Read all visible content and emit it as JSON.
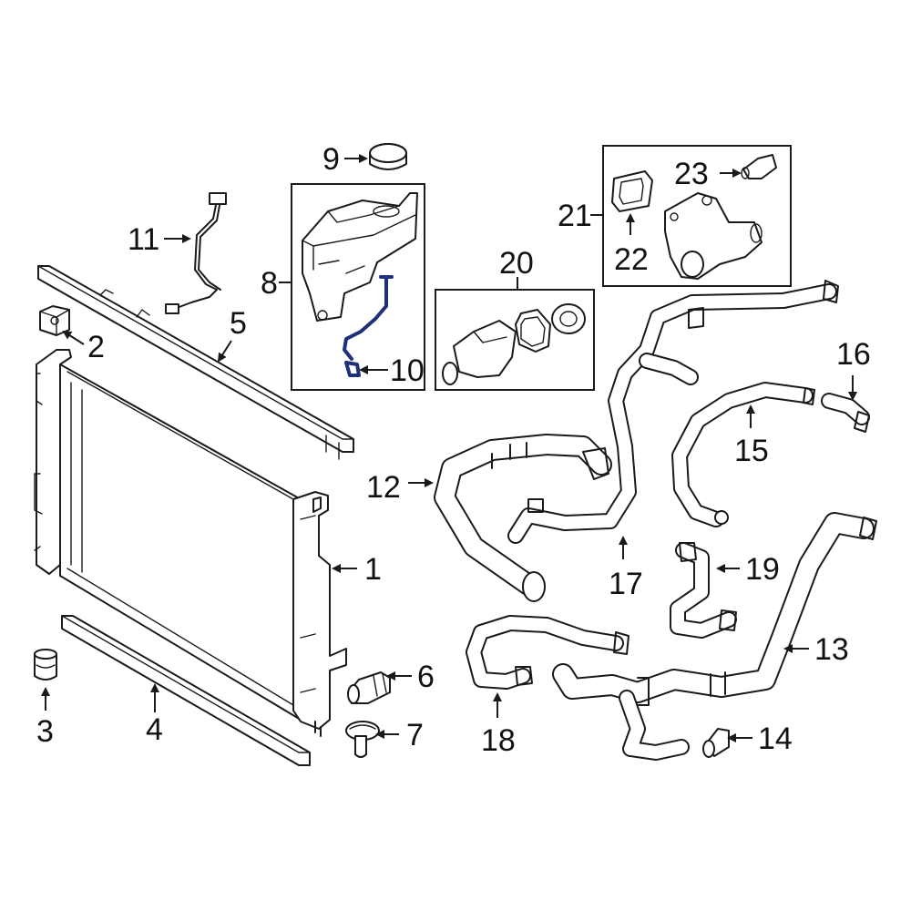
{
  "colors": {
    "line": "#1a1a1a",
    "highlight": "#1f2f7a",
    "background": "#ffffff"
  },
  "callouts": {
    "c1": "1",
    "c2": "2",
    "c3": "3",
    "c4": "4",
    "c5": "5",
    "c6": "6",
    "c7": "7",
    "c8": "8",
    "c9": "9",
    "c10": "10",
    "c11": "11",
    "c12": "12",
    "c13": "13",
    "c14": "14",
    "c15": "15",
    "c16": "16",
    "c17": "17",
    "c18": "18",
    "c19": "19",
    "c20": "20",
    "c21": "21",
    "c22": "22",
    "c23": "23"
  }
}
